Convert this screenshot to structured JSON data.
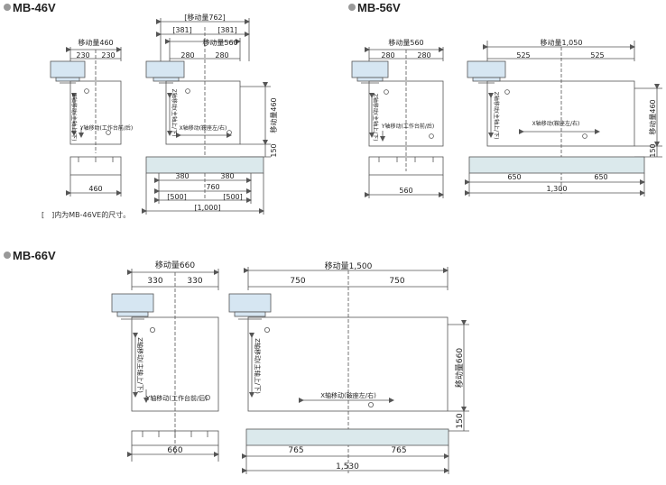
{
  "sections": {
    "mb46": {
      "title": "MB-46V",
      "front": {
        "travel": "移动量460",
        "left": "230",
        "right": "230",
        "z_axis": "Z轴移动(主轴上/下)",
        "y_axis": "Y轴移动(工作台前/后)",
        "base": "460"
      },
      "side": {
        "travel_outer": "[移动量762]",
        "b_left": "[381]",
        "b_right": "[381]",
        "travel": "移动量560",
        "left": "280",
        "right": "280",
        "z_axis": "Z轴移动(主轴上/下)",
        "x_axis": "X轴移动(鞍座左/右)",
        "z_travel": "移动量460",
        "z_low": "150",
        "t_left": "380",
        "t_right": "380",
        "t_total": "760",
        "tb_left": "[500]",
        "tb_right": "[500]",
        "tb_total": "[1,000]"
      },
      "note": "[　]内为MB-46VE的尺寸。"
    },
    "mb56": {
      "title": "MB-56V",
      "front": {
        "travel": "移动量560",
        "left": "280",
        "right": "280",
        "z_axis": "Z轴移动(主轴上/下)",
        "y_axis": "Y轴移动(工作台前/后)",
        "base": "560"
      },
      "side": {
        "travel": "移动量1,050",
        "left": "525",
        "right": "525",
        "z_axis": "Z轴移动(主轴上/下)",
        "x_axis": "X轴移动(鞍座左/右)",
        "z_travel": "移动量460",
        "z_low": "150",
        "t_left": "650",
        "t_right": "650",
        "t_total": "1,300"
      }
    },
    "mb66": {
      "title": "MB-66V",
      "front": {
        "travel": "移动量660",
        "left": "330",
        "right": "330",
        "z_axis": "Z轴移动(主轴上/下)",
        "y_axis": "Y轴移动(工作台前/后)",
        "base": "660"
      },
      "side": {
        "travel": "移动量1,500",
        "left": "750",
        "right": "750",
        "z_axis": "Z轴移动(主轴上/下)",
        "x_axis": "X轴移动(鞍座左/右)",
        "z_travel": "移动量660",
        "z_low": "150",
        "t_left": "765",
        "t_right": "765",
        "t_total": "1,530"
      }
    }
  },
  "colors": {
    "table_fill": "#dbe9ec",
    "spindle_fill": "#d6e6f2",
    "line": "#555555"
  }
}
